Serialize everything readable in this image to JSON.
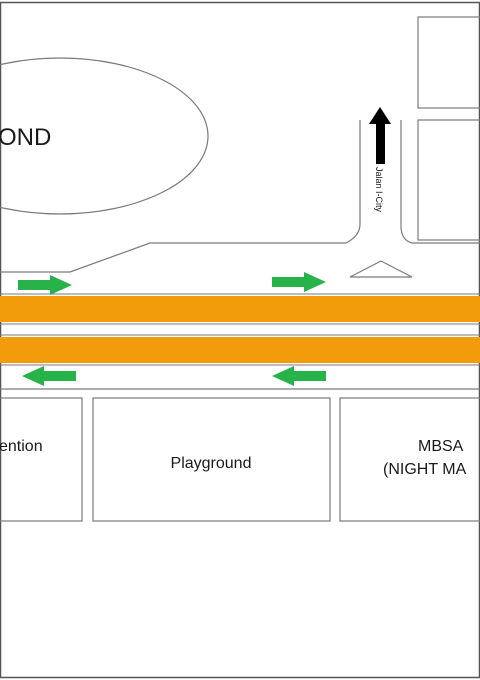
{
  "map": {
    "labels": {
      "pond": "OND",
      "road": "Jalan I-City",
      "convention": "ention",
      "playground": "Playground",
      "mbsa_line1": "MBSA",
      "mbsa_line2": "(NIGHT MA"
    },
    "colors": {
      "lane": "#f39c0b",
      "arrow_green": "#27b34a",
      "arrow_black": "#000000",
      "outline": "#7a7a7a"
    },
    "traffic": {
      "upper_lane_direction": "east",
      "lower_lane_direction": "west",
      "exit_direction": "north"
    }
  }
}
